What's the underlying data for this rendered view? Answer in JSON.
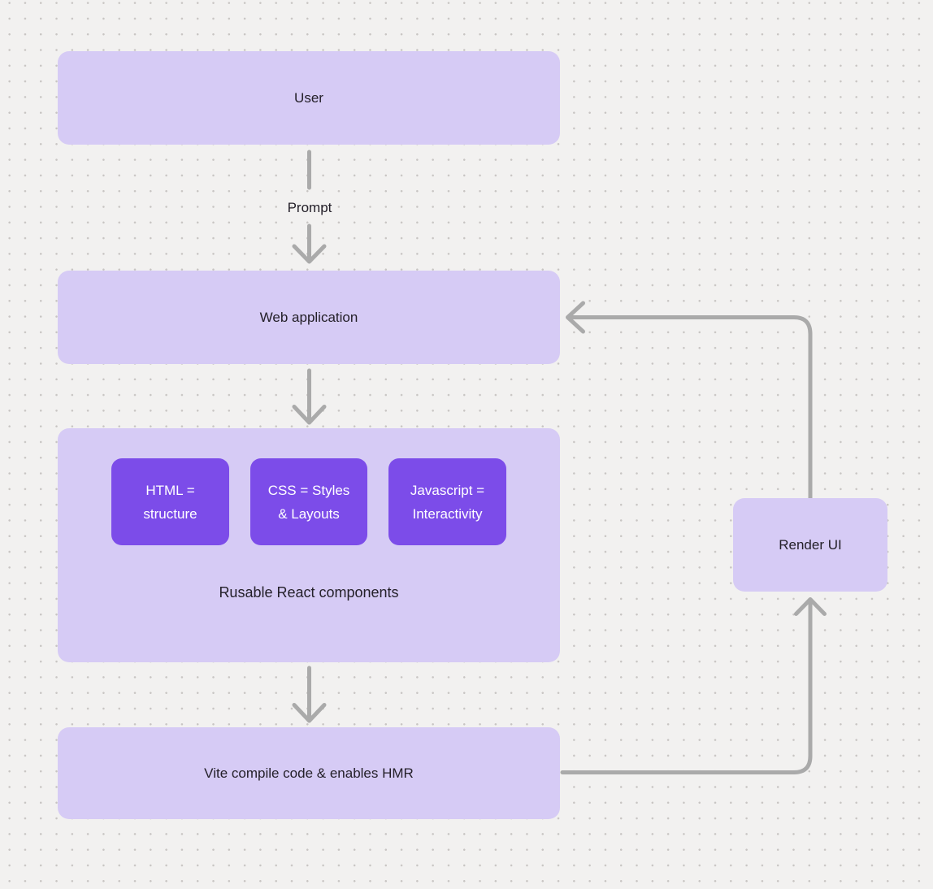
{
  "diagram": {
    "nodes": {
      "user": {
        "label": "User"
      },
      "web_application": {
        "label": "Web application"
      },
      "components_group": {
        "label": "Rusable React components",
        "children": [
          {
            "line1": "HTML =",
            "line2": "structure"
          },
          {
            "line1": "CSS = Styles",
            "line2": "& Layouts"
          },
          {
            "line1": "Javascript =",
            "line2": "Interactivity"
          }
        ]
      },
      "vite": {
        "label": "Vite compile code & enables HMR"
      },
      "render_ui": {
        "label": "Render UI"
      }
    },
    "edges": {
      "prompt_label": "Prompt"
    }
  },
  "colors": {
    "background": "#f2f1f0",
    "dot_grid": "#c8c5c3",
    "node_light": "#d6cbf5",
    "node_dark": "#7c4ce9",
    "connector": "#aaaaaa",
    "text_dark": "#242029",
    "text_light": "#ffffff"
  }
}
